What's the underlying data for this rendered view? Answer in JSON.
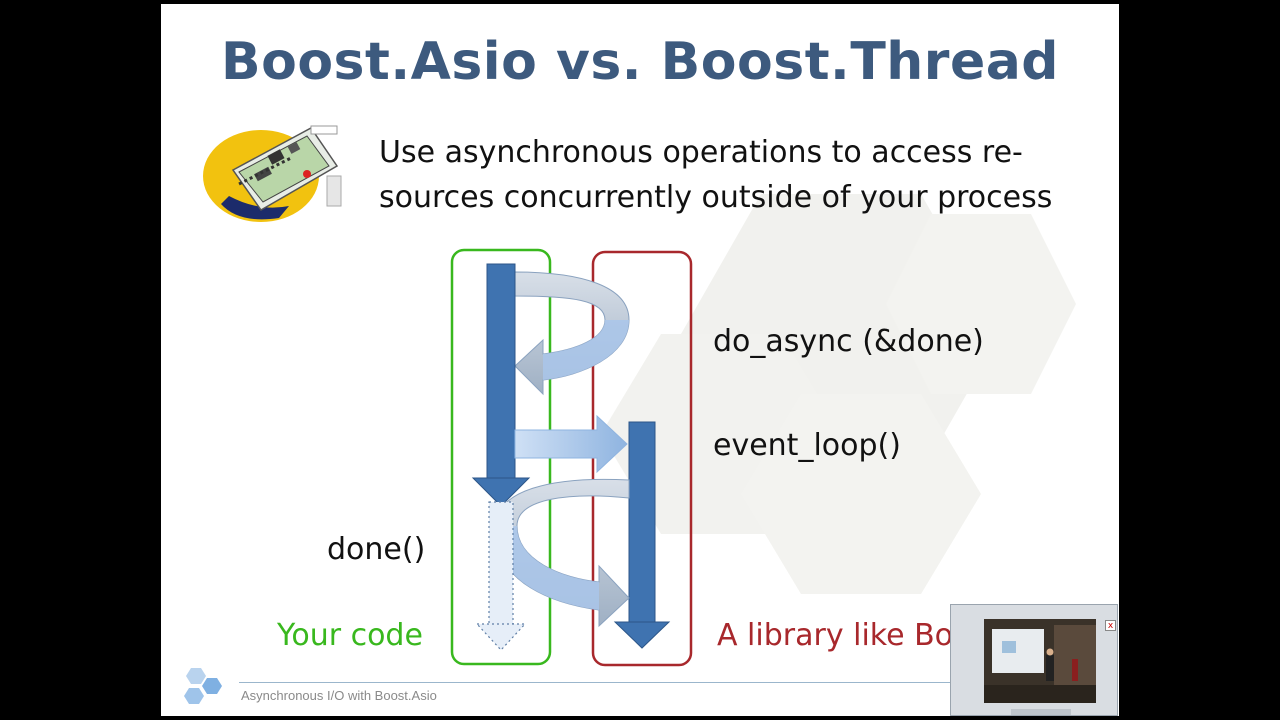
{
  "slide": {
    "title": "Boost.Asio vs. Boost.Thread",
    "bullet_line1": "Use asynchronous operations to access re-",
    "bullet_line2": "sources concurrently outside of your process",
    "footer": "Asynchronous I/O with Boost.Asio"
  },
  "diagram": {
    "label_do_async": "do_async (&done)",
    "label_event_loop": "event_loop()",
    "label_done": "done()",
    "label_your_code": "Your code",
    "label_library": "A library like Boost",
    "colors": {
      "your_code": "#39b81e",
      "library": "#a8282c",
      "arrow_blue": "#3f73b0",
      "arrow_light": "#a9c6ea"
    }
  },
  "video_pip": {
    "close_symbol": "x"
  }
}
